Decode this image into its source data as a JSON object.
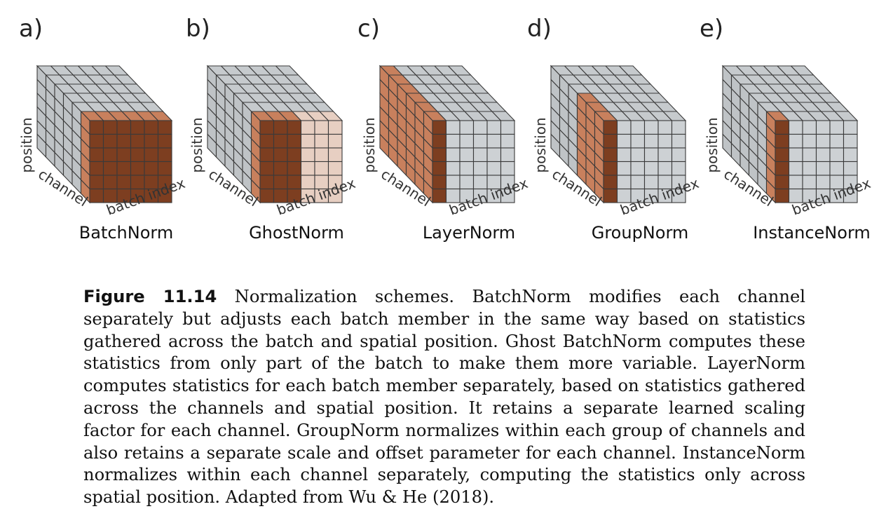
{
  "diagram": {
    "axis_labels": {
      "position": "position",
      "channel": "channel",
      "batch_index": "batch index"
    },
    "colors": {
      "cell_gray": "#cdd1d4",
      "cell_gray_side": "#bfc3c6",
      "cell_gray_top": "#c6cacd",
      "accent": "#c8805d",
      "accent_dark": "#7d3e20",
      "accent_light": "#e7cfc2",
      "grid_line": "#3a3a3a"
    },
    "panels": [
      {
        "letter": "a)",
        "name": "BatchNorm",
        "highlight": {
          "channels": [
            0,
            0
          ],
          "batch": [
            0,
            5
          ],
          "batch_light": null
        }
      },
      {
        "letter": "b)",
        "name": "GhostNorm",
        "highlight": {
          "channels": [
            0,
            0
          ],
          "batch": [
            0,
            2
          ],
          "batch_light": [
            3,
            5
          ]
        }
      },
      {
        "letter": "c)",
        "name": "LayerNorm",
        "highlight": {
          "channels": [
            0,
            5
          ],
          "batch": [
            0,
            0
          ],
          "batch_light": null
        }
      },
      {
        "letter": "d)",
        "name": "GroupNorm",
        "highlight": {
          "channels": [
            0,
            2
          ],
          "batch": [
            0,
            0
          ],
          "batch_light": null
        }
      },
      {
        "letter": "e)",
        "name": "InstanceNorm",
        "highlight": {
          "channels": [
            0,
            0
          ],
          "batch": [
            0,
            0
          ],
          "batch_light": null
        }
      }
    ]
  },
  "caption": {
    "label": "Figure 11.14",
    "text": "Normalization schemes. BatchNorm modifies each channel separately but adjusts each batch member in the same way based on statistics gathered across the batch and spatial position. Ghost BatchNorm computes these statistics from only part of the batch to make them more variable. LayerNorm computes statistics for each batch member separately, based on statistics gathered across the channels and spatial position. It retains a separate learned scaling factor for each channel. GroupNorm normalizes within each group of channels and also retains a separate scale and offset parameter for each channel. InstanceNorm normalizes within each channel separately, computing the statistics only across spatial position. Adapted from Wu & He (2018)."
  }
}
